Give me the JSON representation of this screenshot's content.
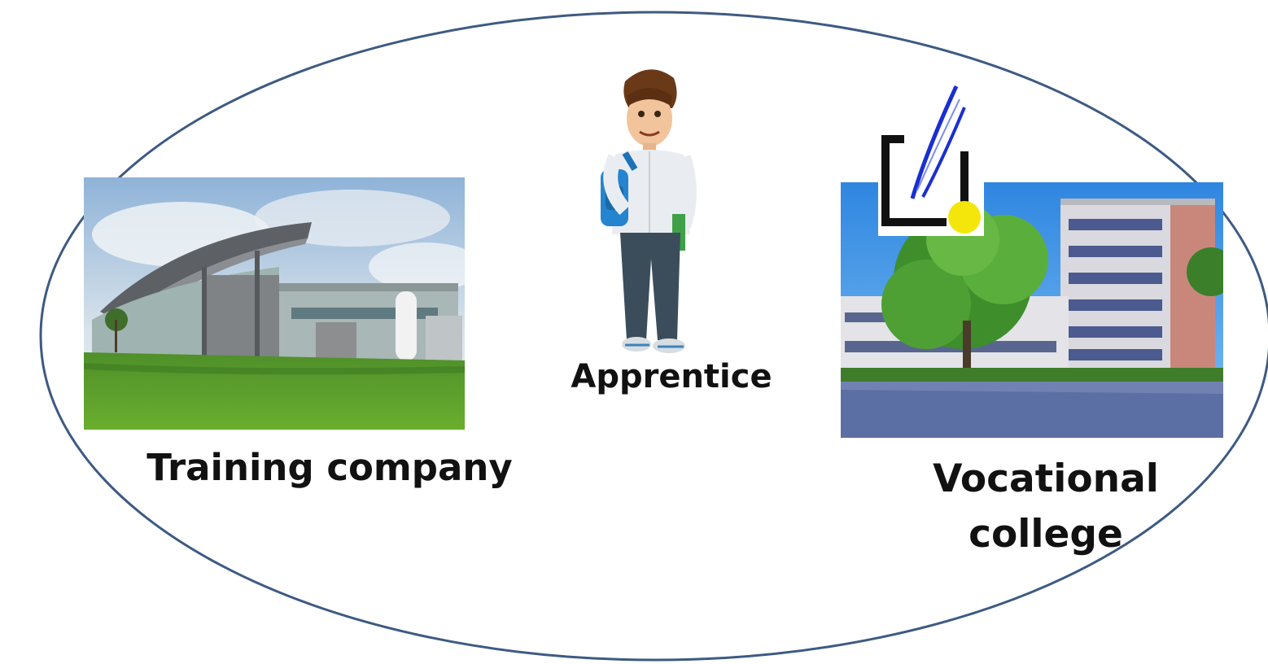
{
  "diagram": {
    "colors": {
      "ellipse": "#3d5a82"
    },
    "nodes": {
      "training_company": {
        "label": "Training company",
        "image": "factory-building-photo"
      },
      "apprentice": {
        "label": "Apprentice",
        "image": "student-cartoon-figure"
      },
      "vocational_college": {
        "label_line1": "Vocational",
        "label_line2": "college",
        "image": "school-building-photo",
        "logo": "college-logo"
      }
    }
  }
}
